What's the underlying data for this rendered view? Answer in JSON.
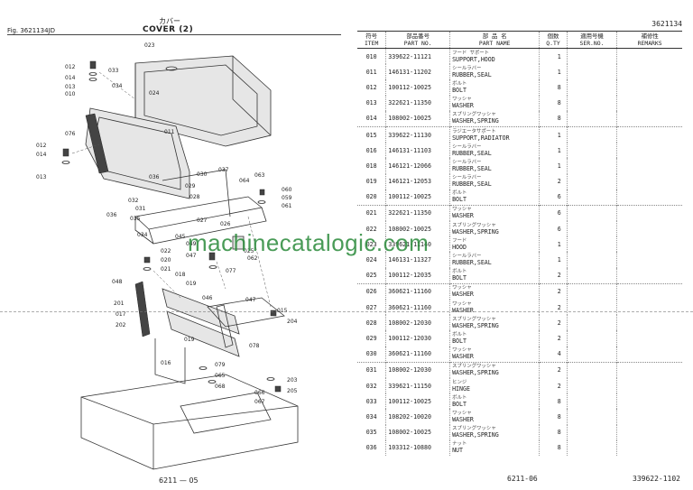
{
  "left": {
    "fig": "Fig. 3621134JD",
    "title_jp": "カバー",
    "title": "COVER (2)",
    "footer": "6211 — 05",
    "callouts": [
      "012",
      "033",
      "014",
      "034",
      "013",
      "010",
      "023",
      "024",
      "011",
      "076",
      "012",
      "014",
      "013",
      "036",
      "030",
      "037",
      "063",
      "029",
      "064",
      "060",
      "059",
      "061",
      "032",
      "031",
      "028",
      "035",
      "036",
      "045",
      "027",
      "026",
      "034",
      "049",
      "047",
      "025",
      "077",
      "062",
      "022",
      "020",
      "021",
      "018",
      "048",
      "019",
      "046",
      "047",
      "201",
      "015",
      "017",
      "204",
      "202",
      "078",
      "019",
      "016",
      "079",
      "065",
      "066",
      "067",
      "068",
      "203",
      "205"
    ]
  },
  "right": {
    "doc_no": "3621134",
    "headers": {
      "item_jp": "符号",
      "item": "ITEM",
      "pno_jp": "部品番号",
      "pno": "PART NO.",
      "name_jp": "部 品 名",
      "name": "PART NAME",
      "qty_jp": "個数",
      "qty": "Q.TY",
      "ser_jp": "適用号機",
      "ser": "SER.NO.",
      "rem_jp": "補修性",
      "rem": "REMARKS"
    },
    "rows": [
      {
        "item": "010",
        "pno": "339622-11121",
        "kata": "フード サポート",
        "name": "SUPPORT,HOOD",
        "qty": "1"
      },
      {
        "item": "011",
        "pno": "146131-11202",
        "kata": "シールラバー",
        "name": "RUBBER,SEAL",
        "qty": "1"
      },
      {
        "item": "012",
        "pno": "100112-10025",
        "kata": "ボルト",
        "name": "BOLT",
        "qty": "8"
      },
      {
        "item": "013",
        "pno": "322621-11350",
        "kata": "ワッシャ",
        "name": "WASHER",
        "qty": "8"
      },
      {
        "item": "014",
        "pno": "108002-10025",
        "kata": "スプリングワッシャ",
        "name": "WASHER,SPRING",
        "qty": "8"
      },
      {
        "item": "015",
        "pno": "339622-11130",
        "kata": "ラジエータサポート",
        "name": "SUPPORT,RADIATOR",
        "qty": "1"
      },
      {
        "item": "016",
        "pno": "146131-11103",
        "kata": "シールラバー",
        "name": "RUBBER,SEAL",
        "qty": "1"
      },
      {
        "item": "018",
        "pno": "146121-12066",
        "kata": "シールラバー",
        "name": "RUBBER,SEAL",
        "qty": "1"
      },
      {
        "item": "019",
        "pno": "146121-12053",
        "kata": "シールラバー",
        "name": "RUBBER,SEAL",
        "qty": "2"
      },
      {
        "item": "020",
        "pno": "100112-10025",
        "kata": "ボルト",
        "name": "BOLT",
        "qty": "6"
      },
      {
        "item": "021",
        "pno": "322621-11350",
        "kata": "ワッシャ",
        "name": "WASHER",
        "qty": "6"
      },
      {
        "item": "022",
        "pno": "108002-10025",
        "kata": "スプリングワッシャ",
        "name": "WASHER,SPRING",
        "qty": "6"
      },
      {
        "item": "023",
        "pno": "339621-11140",
        "kata": "フード",
        "name": "HOOD",
        "qty": "1"
      },
      {
        "item": "024",
        "pno": "146131-11327",
        "kata": "シールラバー",
        "name": "RUBBER,SEAL",
        "qty": "1"
      },
      {
        "item": "025",
        "pno": "100112-12035",
        "kata": "ボルト",
        "name": "BOLT",
        "qty": "2"
      },
      {
        "item": "026",
        "pno": "360621-11160",
        "kata": "ワッシャ",
        "name": "WASHER",
        "qty": "2"
      },
      {
        "item": "027",
        "pno": "360621-11160",
        "kata": "ワッシャ",
        "name": "WASHER",
        "qty": "2"
      },
      {
        "item": "028",
        "pno": "108002-12030",
        "kata": "スプリングワッシャ",
        "name": "WASHER,SPRING",
        "qty": "2"
      },
      {
        "item": "029",
        "pno": "100112-12030",
        "kata": "ボルト",
        "name": "BOLT",
        "qty": "2"
      },
      {
        "item": "030",
        "pno": "360621-11160",
        "kata": "ワッシャ",
        "name": "WASHER",
        "qty": "4"
      },
      {
        "item": "031",
        "pno": "108002-12030",
        "kata": "スプリングワッシャ",
        "name": "WASHER,SPRING",
        "qty": "2"
      },
      {
        "item": "032",
        "pno": "339621-11150",
        "kata": "ヒンジ",
        "name": "HINGE",
        "qty": "2"
      },
      {
        "item": "033",
        "pno": "100112-10025",
        "kata": "ボルト",
        "name": "BOLT",
        "qty": "8"
      },
      {
        "item": "034",
        "pno": "108202-10020",
        "kata": "ワッシャ",
        "name": "WASHER",
        "qty": "8"
      },
      {
        "item": "035",
        "pno": "108002-10025",
        "kata": "スプリングワッシャ",
        "name": "WASHER,SPRING",
        "qty": "8"
      },
      {
        "item": "036",
        "pno": "103312-10880",
        "kata": "ナット",
        "name": "NUT",
        "qty": "8"
      }
    ],
    "footer_center": "6211-06",
    "footer_right": "339622-1102"
  },
  "watermark": "machinecatalogic.com"
}
